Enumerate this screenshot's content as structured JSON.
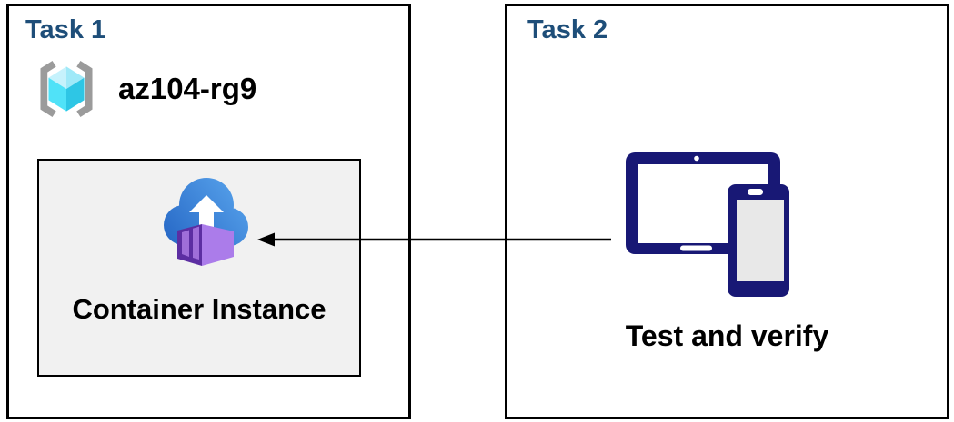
{
  "task1": {
    "title": "Task 1",
    "resource_group_name": "az104-rg9",
    "container_label": "Container Instance"
  },
  "task2": {
    "title": "Task 2",
    "caption": "Test and verify"
  },
  "arrow": {
    "from": "task2-devices",
    "to": "task1-container-instance",
    "direction": "right-to-left"
  },
  "icons": {
    "resource_group": "resource-group-icon",
    "container_instance": "container-instance-icon",
    "devices": "tablet-and-phone-icon"
  },
  "colors": {
    "title_blue": "#1E4E79",
    "border_black": "#000000",
    "inner_bg": "#F1F1F1",
    "navy": "#181875",
    "phone_screen": "#E8E8E8",
    "cloud_dark": "#2465C4",
    "cloud_light": "#5BA7EE",
    "ctr_frame": "#5C2EA2",
    "ctr_panel": "#9F6ED9",
    "ctr_side": "#AB7CEA",
    "cube_top_l": "#C6F2FC",
    "cube_top_r": "#9FE9F8",
    "cube_left": "#50E2F8",
    "cube_right": "#2EC6E5",
    "bracket": "#9B9B9B"
  }
}
